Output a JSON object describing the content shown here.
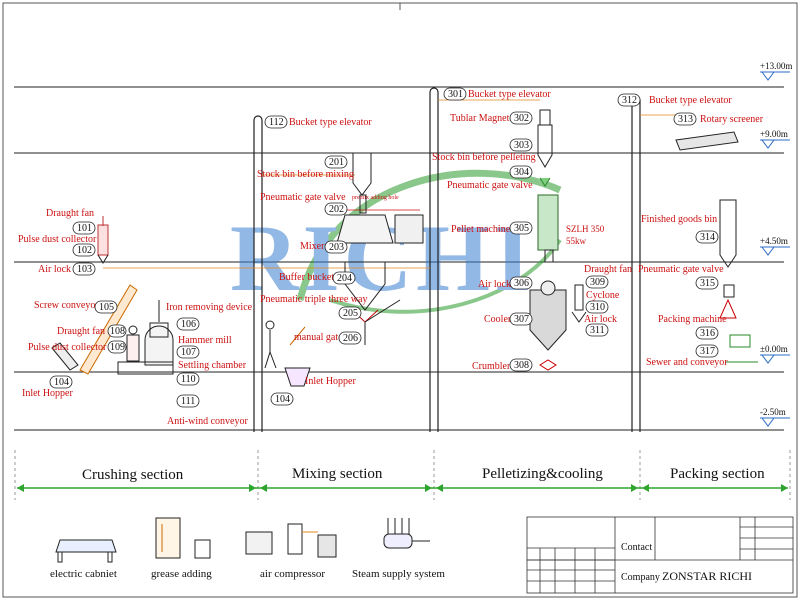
{
  "levels": [
    "+13.00m",
    "+9.00m",
    "+4.50m",
    "±0.00m",
    "-2.50m"
  ],
  "watermark": "RICHI",
  "labels": {
    "draught_fan_1": "Draught fan",
    "pulse_dust_collector": "Pulse dust collector",
    "air_lock_1": "Air lock",
    "screw_conveyor": "Screw conveyor",
    "draught_fan_2": "Draught fan",
    "pulse_dust_collector_2": "Pulse dust collector",
    "inlet_hopper_1": "Inlet Hopper",
    "iron_removing_device": "Iron removing device",
    "hammer_mill": "Hammer mill",
    "settling_chamber": "Settling chamber",
    "anti_wind_conveyor": "Anti-wind conveyor",
    "bucket_elevator_1": "Bucket type elevator",
    "stock_bin_mixing": "Stock bin before mixing",
    "pneumatic_gate_valve_1": "Pneumatic gate valve",
    "premix_adding_hole": "premix adding hole",
    "mixer": "Mixer",
    "buffer_bucket": "Buffer bucket",
    "pneumatic_triple": "Pneumatic triple three way",
    "manual_gate": "manual gate",
    "inlet_hopper_2": "Inlet Hopper",
    "bucket_elevator_2": "Bucket type elevator",
    "tubular_magnet": "Tublar Magnet",
    "stock_bin_pelleting": "Stock bin before pelleting",
    "pneumatic_gate_valve_2": "Pneumatic gate valve",
    "pellet_machine": "Pellet machine",
    "pellet_model": "SZLH 350",
    "pellet_power": "55kw",
    "air_lock_2": "Air lock",
    "cooler": "Cooler",
    "crumbler": "Crumbler",
    "draught_fan_3": "Draught fan",
    "cyclone": "Cyclone",
    "air_lock_3": "Air lock",
    "bucket_elevator_3": "Bucket type elevator",
    "rotary_screener": "Rotary screener",
    "finished_goods_bin": "Finished goods bin",
    "pneumatic_gate_valve_3": "Pneumatic gate valve",
    "packing_machine": "Packing machine",
    "sewer_conveyor": "Sewer and conveyor"
  },
  "numbers": {
    "n101": "101",
    "n102": "102",
    "n103": "103",
    "n104a": "104",
    "n105": "105",
    "n106": "106",
    "n107": "107",
    "n108": "108",
    "n109": "109",
    "n110": "110",
    "n111": "111",
    "n112": "112",
    "n201": "201",
    "n202": "202",
    "n203": "203",
    "n204": "204",
    "n205": "205",
    "n206": "206",
    "n104b": "104",
    "n301": "301",
    "n302": "302",
    "n303": "303",
    "n304": "304",
    "n305": "305",
    "n306": "306",
    "n307": "307",
    "n308": "308",
    "n309": "309",
    "n310": "310",
    "n311": "311",
    "n312": "312",
    "n313": "313",
    "n314": "314",
    "n315": "315",
    "n316": "316",
    "n317": "317"
  },
  "sections": [
    "Crushing section",
    "Mixing section",
    "Pelletizing&cooling",
    "Packing section"
  ],
  "auxiliary": [
    "electric cabniet",
    "grease adding",
    "air compressor",
    "Steam supply system"
  ],
  "title_block": {
    "contact_label": "Contact",
    "company_label": "Company",
    "company_name": "ZONSTAR RICHI"
  }
}
